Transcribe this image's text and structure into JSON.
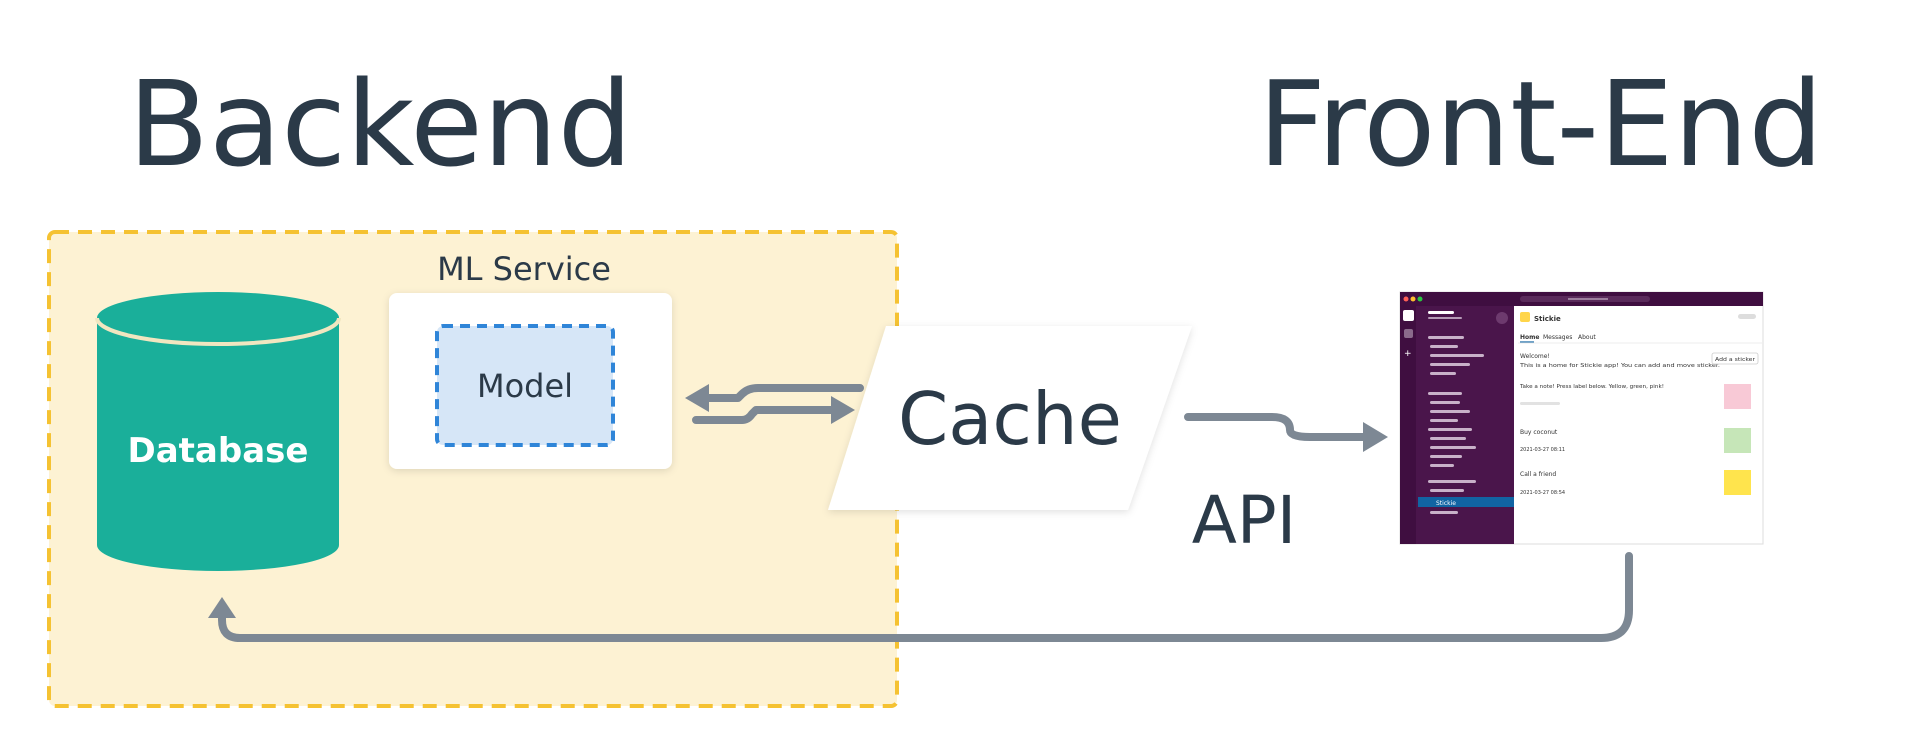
{
  "headings": {
    "backend": "Backend",
    "frontend": "Front-End"
  },
  "nodes": {
    "database": "Database",
    "ml_service": "ML Service",
    "model": "Model",
    "cache": "Cache"
  },
  "edges": {
    "api_label": "API"
  },
  "app_screenshot": {
    "app_name": "Stickie",
    "tabs": [
      "Home",
      "Messages",
      "About"
    ],
    "add_button": "Add a sticker",
    "welcome_title": "Welcome!",
    "welcome_text": "This is a home for Stickie app! You can add and move sticker.",
    "take_note": "Take a note! Press label below. Yellow, green, pink!",
    "notes": [
      {
        "title": "Buy coconut",
        "date": "2021-03-27 08:11",
        "color": "#c6e6b8"
      },
      {
        "title": "Call a friend",
        "date": "2021-03-27 08:54",
        "color": "#ffe44d"
      }
    ],
    "pink_note_color": "#f8c9d6",
    "selected_channel": "Stickie"
  },
  "colors": {
    "backend_area": "#fdf2d3",
    "backend_border": "#f5c232",
    "database": "#1aaf9a",
    "model_fill": "#d6e6f7",
    "model_border": "#2f85d8",
    "arrow": "#7d8894",
    "sidebar": "#4a154b"
  }
}
